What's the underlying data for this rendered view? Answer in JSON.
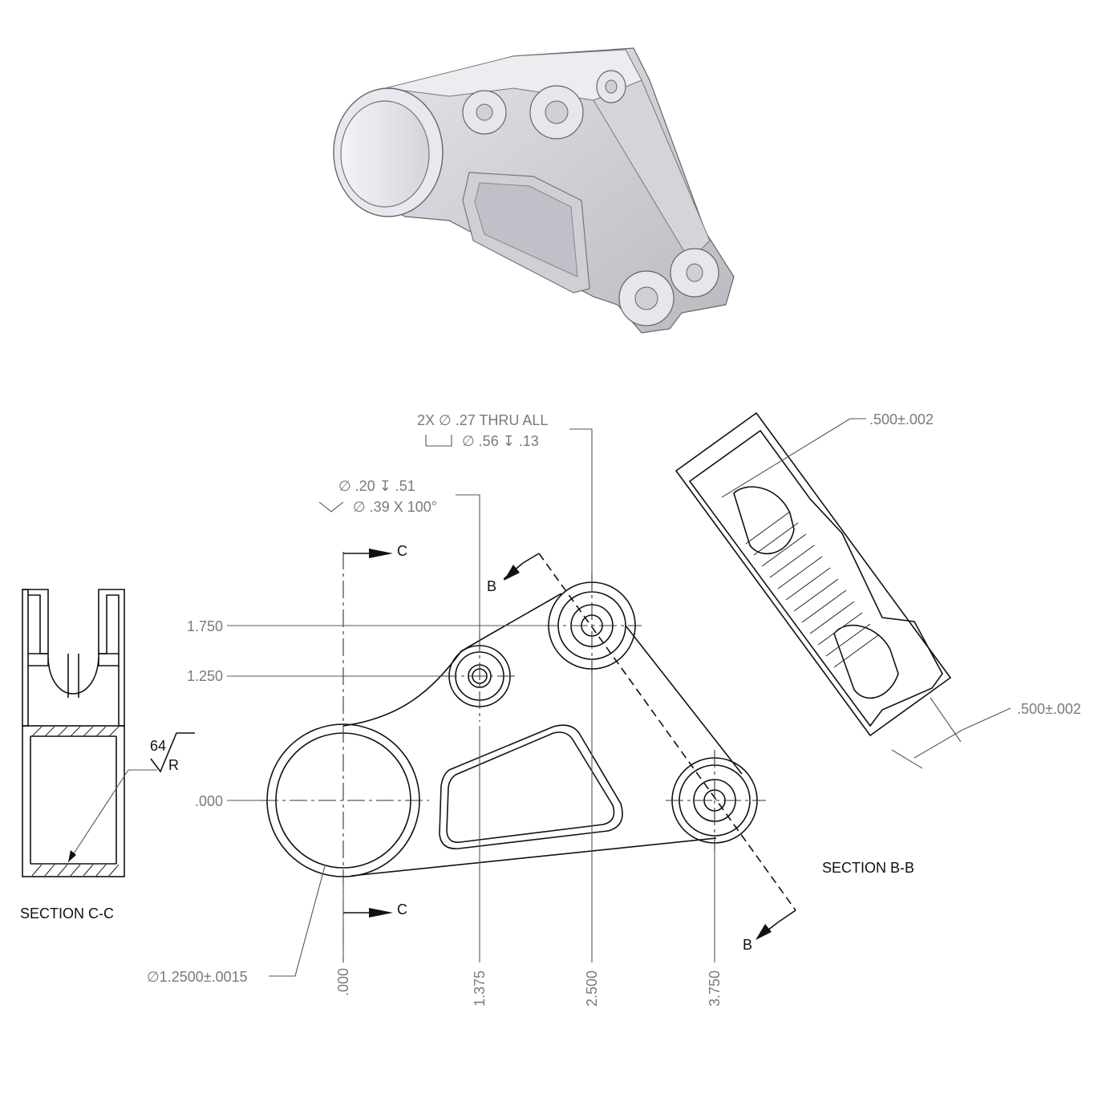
{
  "views": {
    "section_cc_title": "SECTION C-C",
    "section_bb_title": "SECTION B-B"
  },
  "section_markers": {
    "c_top": "C",
    "c_bottom": "C",
    "b_top": "B",
    "b_bottom": "B"
  },
  "callouts": {
    "thru_line1": "2X ∅ .27 THRU ALL",
    "thru_line2": "∅ .56 ↧ .13",
    "csk_line1": "∅ .20 ↧ .51",
    "csk_line2": "∅ .39 X 100°",
    "bore": "∅1.2500±.0015",
    "section_bb_dim_top": ".500±.002",
    "section_bb_dim_bottom": ".500±.002",
    "surface_finish_value": "64",
    "surface_finish_letter": "R"
  },
  "ordinate_y": [
    ".000",
    "1.250",
    "1.750"
  ],
  "ordinate_x": [
    ".000",
    "1.375",
    "2.500",
    "3.750"
  ],
  "colors": {
    "line": "#111111",
    "dimension_text": "#7a7a7a",
    "part_shade": "#c9c9cf"
  }
}
